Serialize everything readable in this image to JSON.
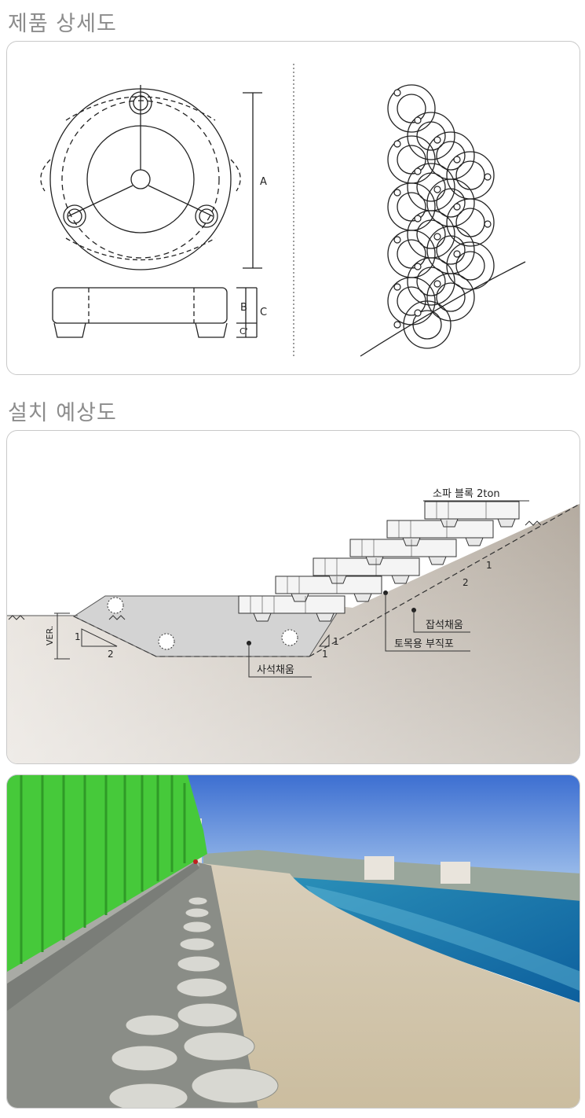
{
  "headings": {
    "product_detail": "제품 상세도",
    "install_view": "설치 예상도"
  },
  "dimensions": {
    "a": "A",
    "b": "B",
    "c": "C",
    "c_prime": "C'"
  },
  "install_labels": {
    "block": "소파 블록 2ton",
    "crushed_stone": "잡석채움",
    "geotextile": "토목용 부직포",
    "gravel_fill": "사석채움",
    "ver": "VER.",
    "slope_one_a": "1",
    "slope_two_a": "2",
    "slope_one_b": "1",
    "slope_two_b": "2",
    "slope_one_c": "1",
    "slope_one_d": "1"
  },
  "photo": {
    "description_icon": "beach-photo"
  }
}
